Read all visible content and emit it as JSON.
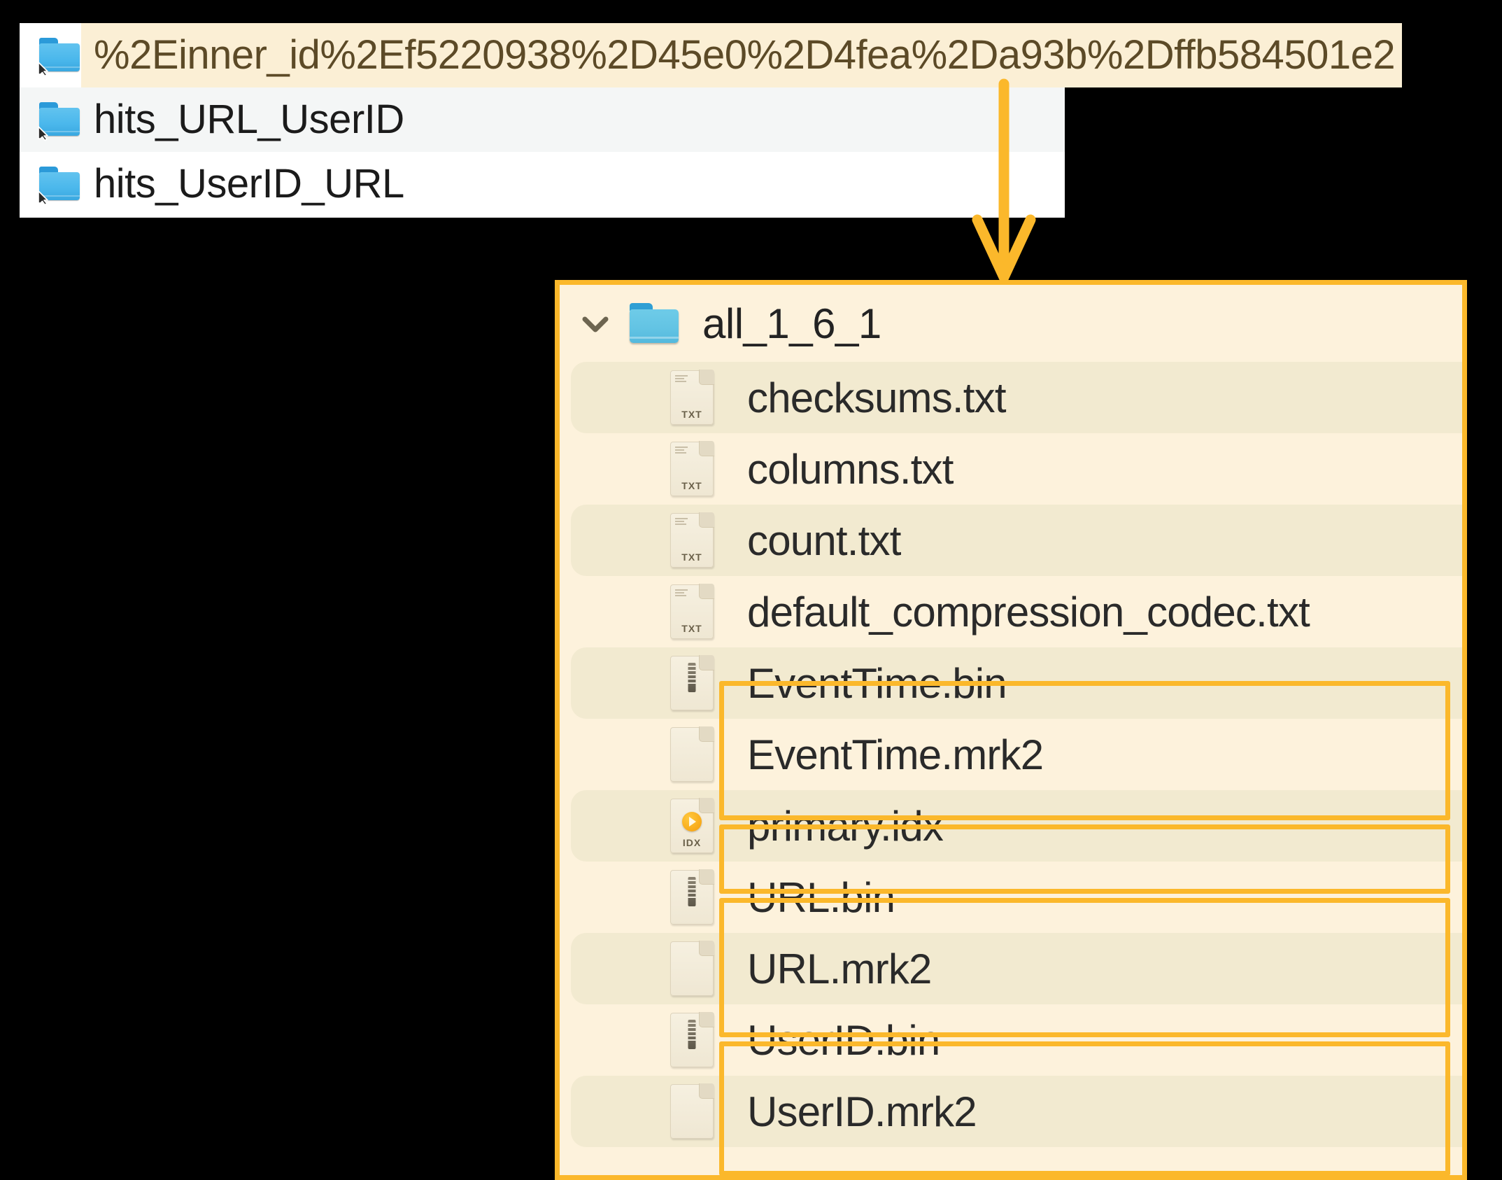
{
  "panel_symlinks": {
    "name": "symlink-folder-list",
    "rows": [
      {
        "icon": "folder-symlink-icon",
        "label": "%2Einner_id%2Ef5220938%2D45e0%2D4fea%2Da93b%2Dffb584501e2",
        "highlighted": true
      },
      {
        "icon": "folder-symlink-icon",
        "label": "hits_URL_UserID",
        "highlighted": false
      },
      {
        "icon": "folder-symlink-icon",
        "label": "hits_UserID_URL",
        "highlighted": false
      }
    ]
  },
  "connector": {
    "name": "arrow-down-connector",
    "color": "#fbb82b"
  },
  "panel_part": {
    "name": "part-directory-listing",
    "border_color": "#fbb82b",
    "background": "#fdf2dc",
    "header": {
      "expand_icon": "chevron-down-icon",
      "folder_icon": "folder-icon",
      "label": "all_1_6_1",
      "expanded": true
    },
    "files": [
      {
        "name": "checksums.txt",
        "icon": "txt-file-icon",
        "ext": "TXT",
        "highlighted": false
      },
      {
        "name": "columns.txt",
        "icon": "txt-file-icon",
        "ext": "TXT",
        "highlighted": false
      },
      {
        "name": "count.txt",
        "icon": "txt-file-icon",
        "ext": "TXT",
        "highlighted": false
      },
      {
        "name": "default_compression_codec.txt",
        "icon": "txt-file-icon",
        "ext": "TXT",
        "highlighted": false
      },
      {
        "name": "EventTime.bin",
        "icon": "bin-file-icon",
        "ext": "",
        "highlighted": true
      },
      {
        "name": "EventTime.mrk2",
        "icon": "blank-file-icon",
        "ext": "",
        "highlighted": true
      },
      {
        "name": "primary.idx",
        "icon": "idx-file-icon",
        "ext": "IDX",
        "highlighted": true
      },
      {
        "name": "URL.bin",
        "icon": "bin-file-icon",
        "ext": "",
        "highlighted": true
      },
      {
        "name": "URL.mrk2",
        "icon": "blank-file-icon",
        "ext": "",
        "highlighted": true
      },
      {
        "name": "UserID.bin",
        "icon": "bin-file-icon",
        "ext": "",
        "highlighted": true
      },
      {
        "name": "UserID.mrk2",
        "icon": "blank-file-icon",
        "ext": "",
        "highlighted": true
      }
    ],
    "highlight_groups": [
      {
        "id": "hl-eventtime",
        "files": [
          "EventTime.bin",
          "EventTime.mrk2"
        ]
      },
      {
        "id": "hl-primary",
        "files": [
          "primary.idx"
        ]
      },
      {
        "id": "hl-url",
        "files": [
          "URL.bin",
          "URL.mrk2"
        ]
      },
      {
        "id": "hl-userid",
        "files": [
          "UserID.bin",
          "UserID.mrk2"
        ]
      }
    ]
  }
}
